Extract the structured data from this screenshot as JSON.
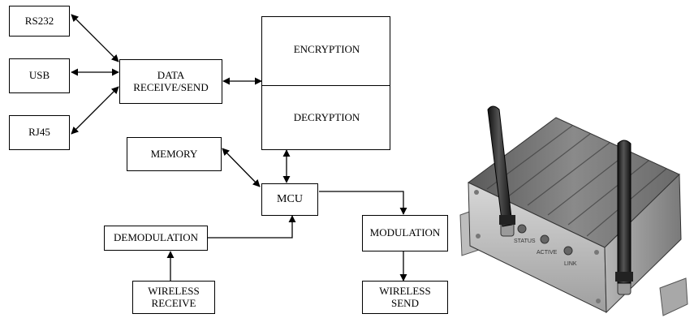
{
  "blocks": {
    "rs232": "RS232",
    "usb": "USB",
    "rj45": "RJ45",
    "data_line1": "DATA",
    "data_line2": "RECEIVE/SEND",
    "encryption": "ENCRYPTION",
    "decryption": "DECRYPTION",
    "memory": "MEMORY",
    "mcu": "MCU",
    "demodulation": "DEMODULATION",
    "modulation": "MODULATION",
    "wireless_receive_line1": "WIRELESS",
    "wireless_receive_line2": "RECEIVE",
    "wireless_send_line1": "WIRELESS",
    "wireless_send_line2": "SEND"
  },
  "device": {
    "port_labels": [
      "STATUS",
      "ACTIVE",
      "LINK"
    ]
  }
}
